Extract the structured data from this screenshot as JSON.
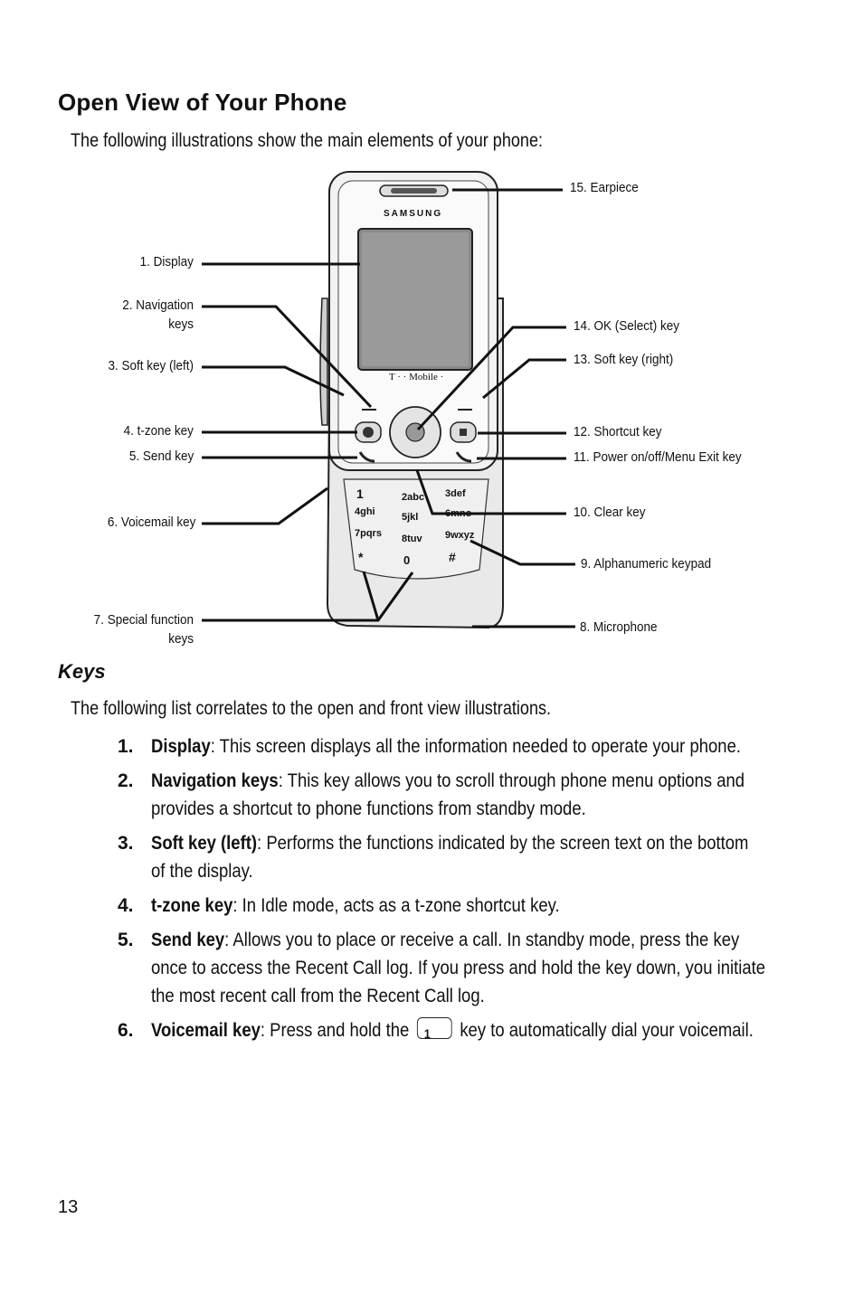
{
  "section": {
    "title": "Open View of Your Phone",
    "intro": "The following illustrations show the main elements of your phone:"
  },
  "figure": {
    "brand": "SAMSUNG",
    "carrier": "T · · Mobile ·",
    "keypad": [
      "1",
      "2abc",
      "3def",
      "4ghi",
      "5jkl",
      "6mno",
      "7pqrs",
      "8tuv",
      "9wxyz",
      "*",
      "0",
      "#"
    ],
    "callouts_left": [
      "1. Display",
      "2. Navigation keys",
      "3. Soft key (left)",
      "4. t-zone key",
      "5. Send key",
      "6. Voicemail key",
      "7. Special function keys"
    ],
    "callouts_right": [
      "15. Earpiece",
      "14. OK (Select) key",
      "13. Soft key (right)",
      "12. Shortcut key",
      "11. Power on/off/Menu Exit key",
      "10. Clear key",
      "9. Alphanumeric keypad",
      "8. Microphone"
    ]
  },
  "keys_section": {
    "title": "Keys",
    "intro": "The following list correlates to the open and front view illustrations.",
    "items": [
      {
        "number": "1.",
        "term": "Display",
        "text": ": This screen displays all the information needed to operate your phone."
      },
      {
        "number": "2.",
        "term": "Navigation keys",
        "text": ": This key allows you to scroll through phone menu options and provides a shortcut to phone functions from standby mode."
      },
      {
        "number": "3.",
        "term": "Soft key (left)",
        "text": ": Performs the functions indicated by the screen text on the bottom of the display."
      },
      {
        "number": "4.",
        "term": "t-zone key",
        "text": ": In Idle mode, acts as a t-zone shortcut key."
      },
      {
        "number": "5.",
        "term": "Send key",
        "text": ": Allows you to place or receive a call. In standby mode, press the key once to access the Recent Call log. If you press and hold the key down, you initiate the most recent call from the Recent Call log."
      },
      {
        "number": "6.",
        "term": "Voicemail key",
        "text_before": ": Press and hold the",
        "key_label": "1",
        "text_after": "key to automatically dial your voicemail."
      }
    ]
  },
  "page_number": "13"
}
